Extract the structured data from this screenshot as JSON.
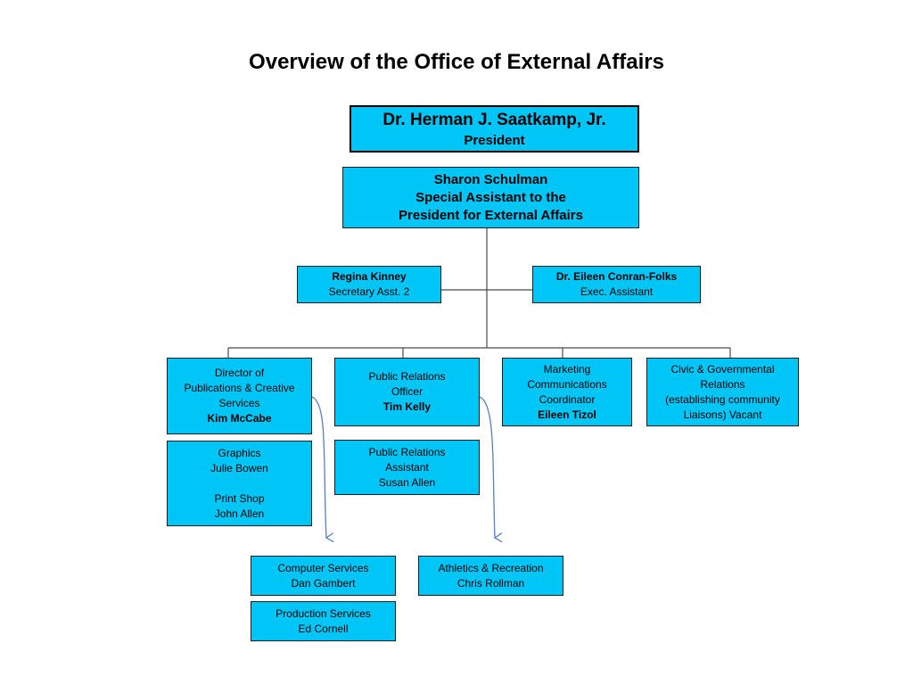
{
  "title": "Overview of the Office of External Affairs",
  "colors": {
    "box_fill": "#00c5f7",
    "box_border": "#1d1d1d",
    "connector": "#4a4a4a",
    "arrow": "#5b7fb8"
  },
  "president": {
    "name": "Dr. Herman J. Saatkamp, Jr.",
    "title": "President"
  },
  "special_assistant": {
    "name": "Sharon Schulman",
    "title_line1": "Special Assistant  to the",
    "title_line2": "President for External Affairs"
  },
  "secretary": {
    "name": "Regina Kinney",
    "title": "Secretary Asst. 2"
  },
  "exec_assistant": {
    "name": "Dr. Eileen Conran-Folks",
    "title": "Exec. Assistant"
  },
  "director_pubs": {
    "line1": "Director of",
    "line2": "Publications & Creative",
    "line3": "Services",
    "name": "Kim McCabe"
  },
  "pr_officer": {
    "line1": "Public  Relations",
    "line2": "Officer",
    "name": "Tim Kelly"
  },
  "marketing": {
    "line1": "Marketing",
    "line2": "Communications",
    "line3": "Coordinator",
    "name": "Eileen Tizol"
  },
  "civic": {
    "line1": "Civic & Governmental",
    "line2": "Relations",
    "line3": "(establishing community",
    "line4": "Liaisons) Vacant"
  },
  "graphics": {
    "line1": "Graphics",
    "line2": "Julie Bowen",
    "line3": "Print Shop",
    "line4": "John Allen"
  },
  "pr_assistant": {
    "line1": "Public Relations",
    "line2": "Assistant",
    "line3": "Susan Allen"
  },
  "computer_services": {
    "line1": "Computer Services",
    "line2": "Dan Gambert"
  },
  "production_services": {
    "line1": "Production Services",
    "line2": "Ed Cornell"
  },
  "athletics": {
    "line1": "Athletics & Recreation",
    "line2": "Chris Rollman"
  }
}
